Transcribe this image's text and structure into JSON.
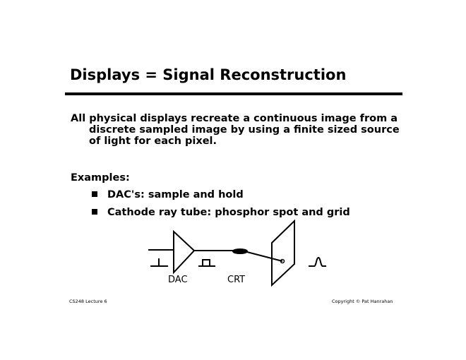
{
  "slide": {
    "title": "Displays = Signal Reconstruction",
    "paragraph": [
      "All physical displays recreate a continuous image from a",
      "discrete sampled image by using a finite sized source",
      "of light for each pixel."
    ],
    "examples_heading": "Examples:",
    "bullets": [
      "DAC's: sample and hold",
      "Cathode ray tube: phosphor spot and grid"
    ],
    "diagram": {
      "dac_label": "DAC",
      "crt_label": "CRT"
    },
    "footer": {
      "left": "CS248 Lecture 6",
      "right": "Copyright © Pat Hanrahan"
    }
  }
}
